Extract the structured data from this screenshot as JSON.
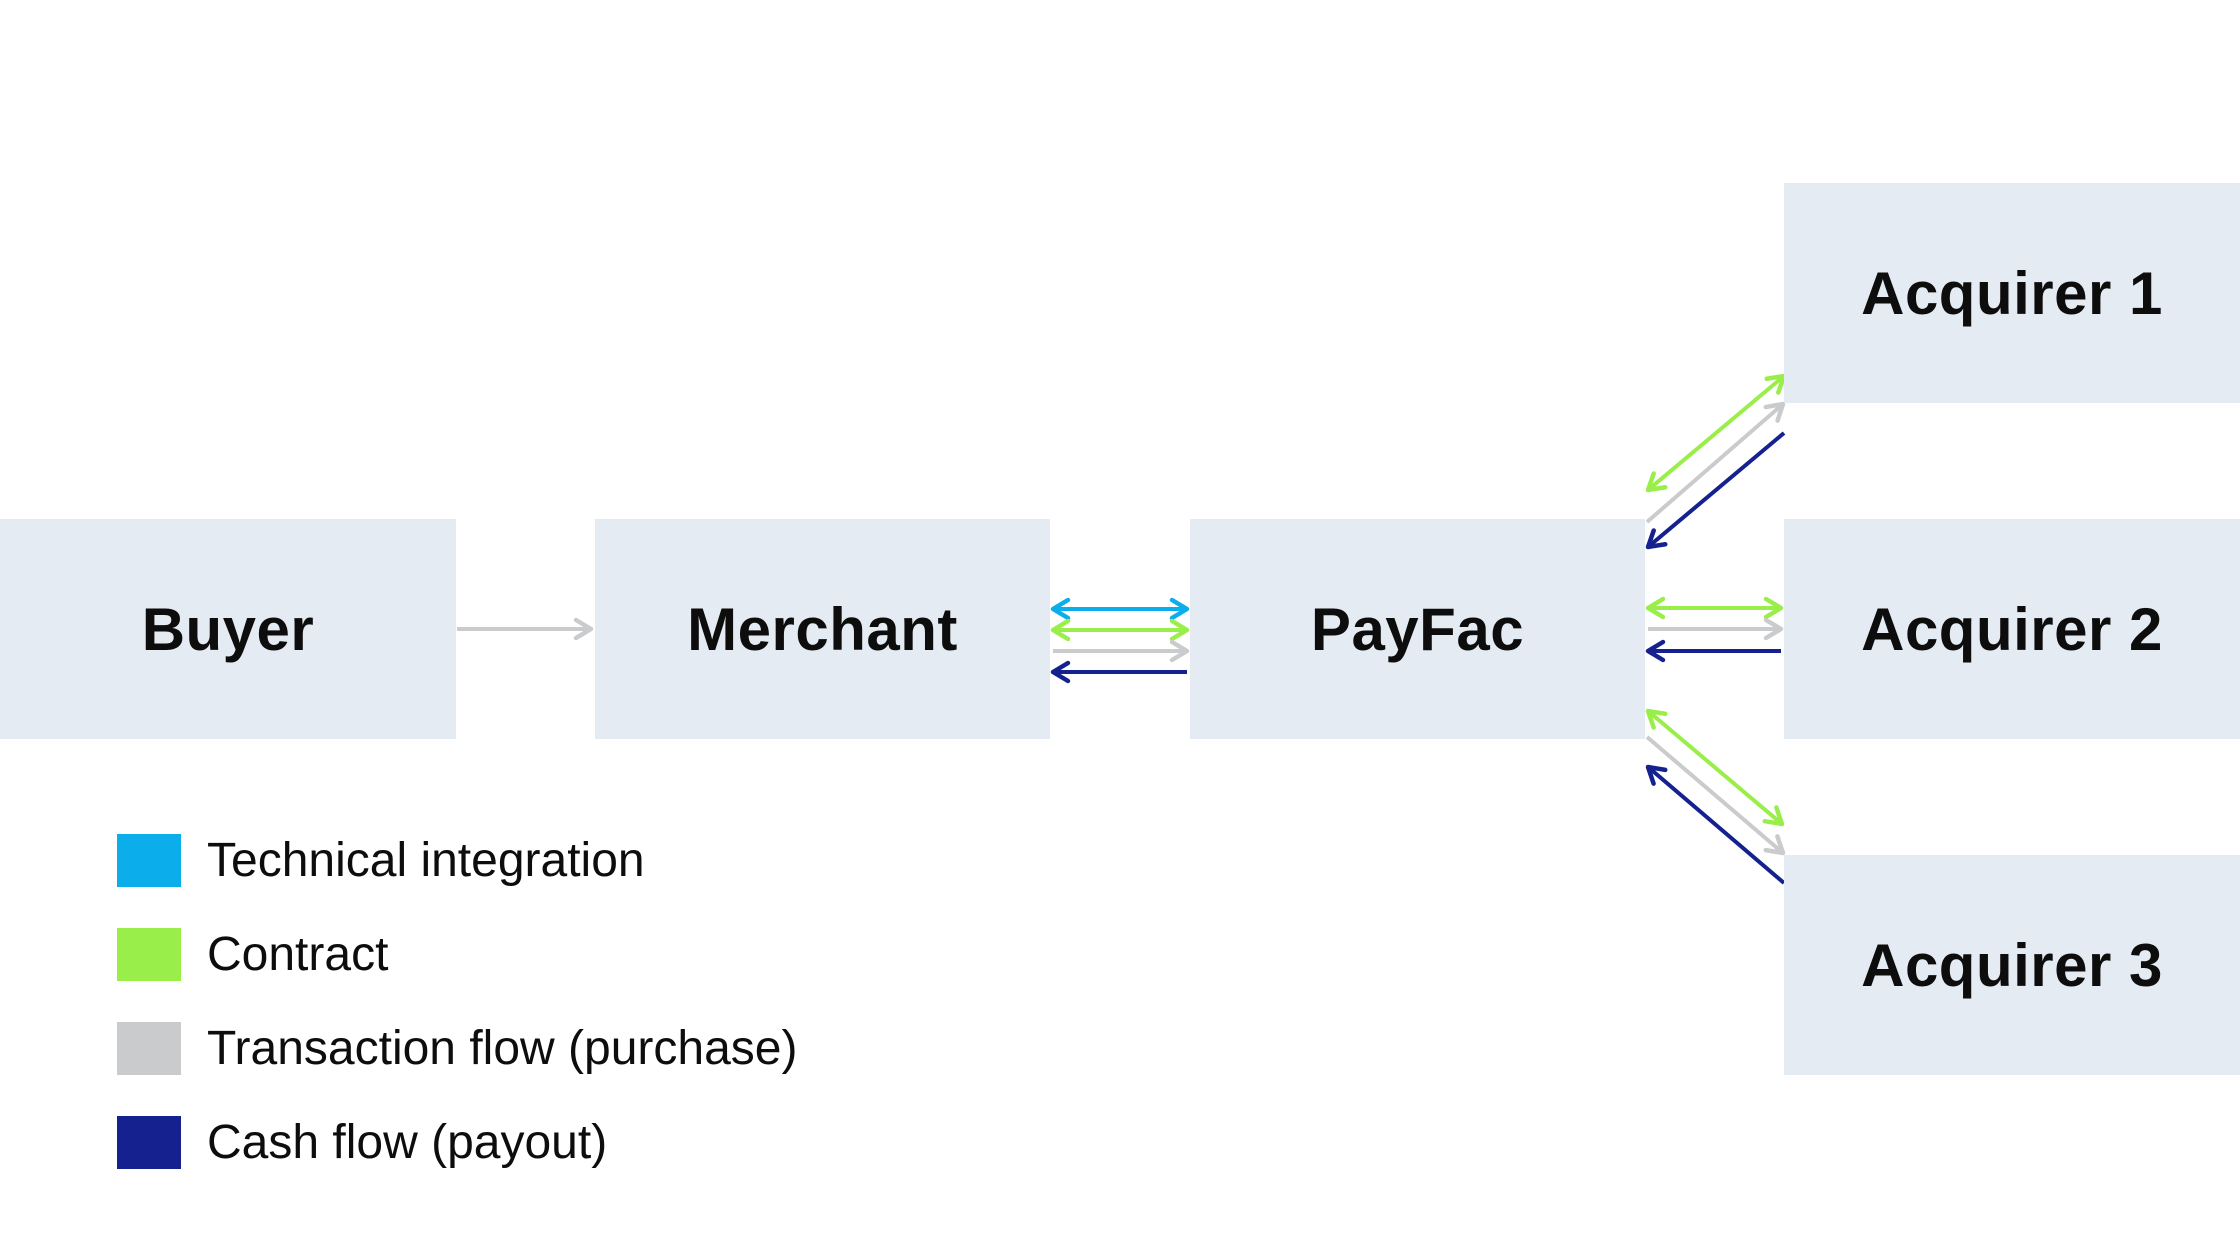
{
  "colors": {
    "technical_integration": "#0BADEA",
    "contract": "#9AEE49",
    "transaction_flow": "#C9CBCD",
    "cash_flow": "#14218F",
    "node_fill": "#E4EBF2",
    "label_text": "#0D0D0D"
  },
  "nodes": [
    {
      "id": "buyer",
      "label": "Buyer"
    },
    {
      "id": "merchant",
      "label": "Merchant"
    },
    {
      "id": "payfac",
      "label": "PayFac"
    },
    {
      "id": "acquirer1",
      "label": "Acquirer 1"
    },
    {
      "id": "acquirer2",
      "label": "Acquirer 2"
    },
    {
      "id": "acquirer3",
      "label": "Acquirer 3"
    }
  ],
  "legend": {
    "items": [
      {
        "flow": "technical_integration",
        "label": "Technical integration"
      },
      {
        "flow": "contract",
        "label": "Contract"
      },
      {
        "flow": "transaction_flow",
        "label": "Transaction flow (purchase)"
      },
      {
        "flow": "cash_flow",
        "label": "Cash flow (payout)"
      }
    ]
  },
  "connections": [
    {
      "from": "buyer",
      "to": "merchant",
      "flow": "transaction_flow",
      "direction": "forward"
    },
    {
      "from": "merchant",
      "to": "payfac",
      "flow": "technical_integration",
      "direction": "both"
    },
    {
      "from": "merchant",
      "to": "payfac",
      "flow": "contract",
      "direction": "both"
    },
    {
      "from": "merchant",
      "to": "payfac",
      "flow": "transaction_flow",
      "direction": "forward"
    },
    {
      "from": "merchant",
      "to": "payfac",
      "flow": "cash_flow",
      "direction": "backward"
    },
    {
      "from": "payfac",
      "to": "acquirer1",
      "flow": "contract",
      "direction": "both"
    },
    {
      "from": "payfac",
      "to": "acquirer1",
      "flow": "transaction_flow",
      "direction": "forward"
    },
    {
      "from": "payfac",
      "to": "acquirer1",
      "flow": "cash_flow",
      "direction": "backward"
    },
    {
      "from": "payfac",
      "to": "acquirer2",
      "flow": "contract",
      "direction": "both"
    },
    {
      "from": "payfac",
      "to": "acquirer2",
      "flow": "transaction_flow",
      "direction": "forward"
    },
    {
      "from": "payfac",
      "to": "acquirer2",
      "flow": "cash_flow",
      "direction": "backward"
    },
    {
      "from": "payfac",
      "to": "acquirer3",
      "flow": "contract",
      "direction": "both"
    },
    {
      "from": "payfac",
      "to": "acquirer3",
      "flow": "transaction_flow",
      "direction": "forward"
    },
    {
      "from": "payfac",
      "to": "acquirer3",
      "flow": "cash_flow",
      "direction": "backward"
    }
  ]
}
